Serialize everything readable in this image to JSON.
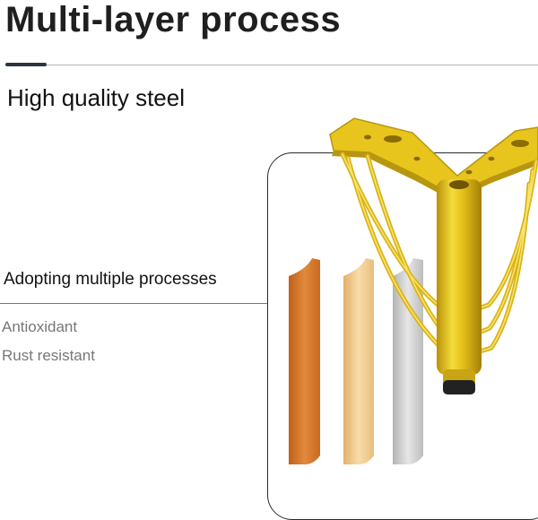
{
  "title": "Multi-layer process",
  "subtitle": "High quality steel",
  "process": {
    "heading": "Adopting multiple processes",
    "features": [
      "Antioxidant",
      "Rust resistant"
    ]
  },
  "colors": {
    "gold": "#e8c61c",
    "gold_dark": "#b8960e",
    "copper_layer": "#d4742a",
    "beige_layer": "#efc789",
    "silver_layer": "#c9c9c9"
  },
  "icons": [
    "hairpin-leg-illustration",
    "layer-sample-copper",
    "layer-sample-beige",
    "layer-sample-silver"
  ]
}
